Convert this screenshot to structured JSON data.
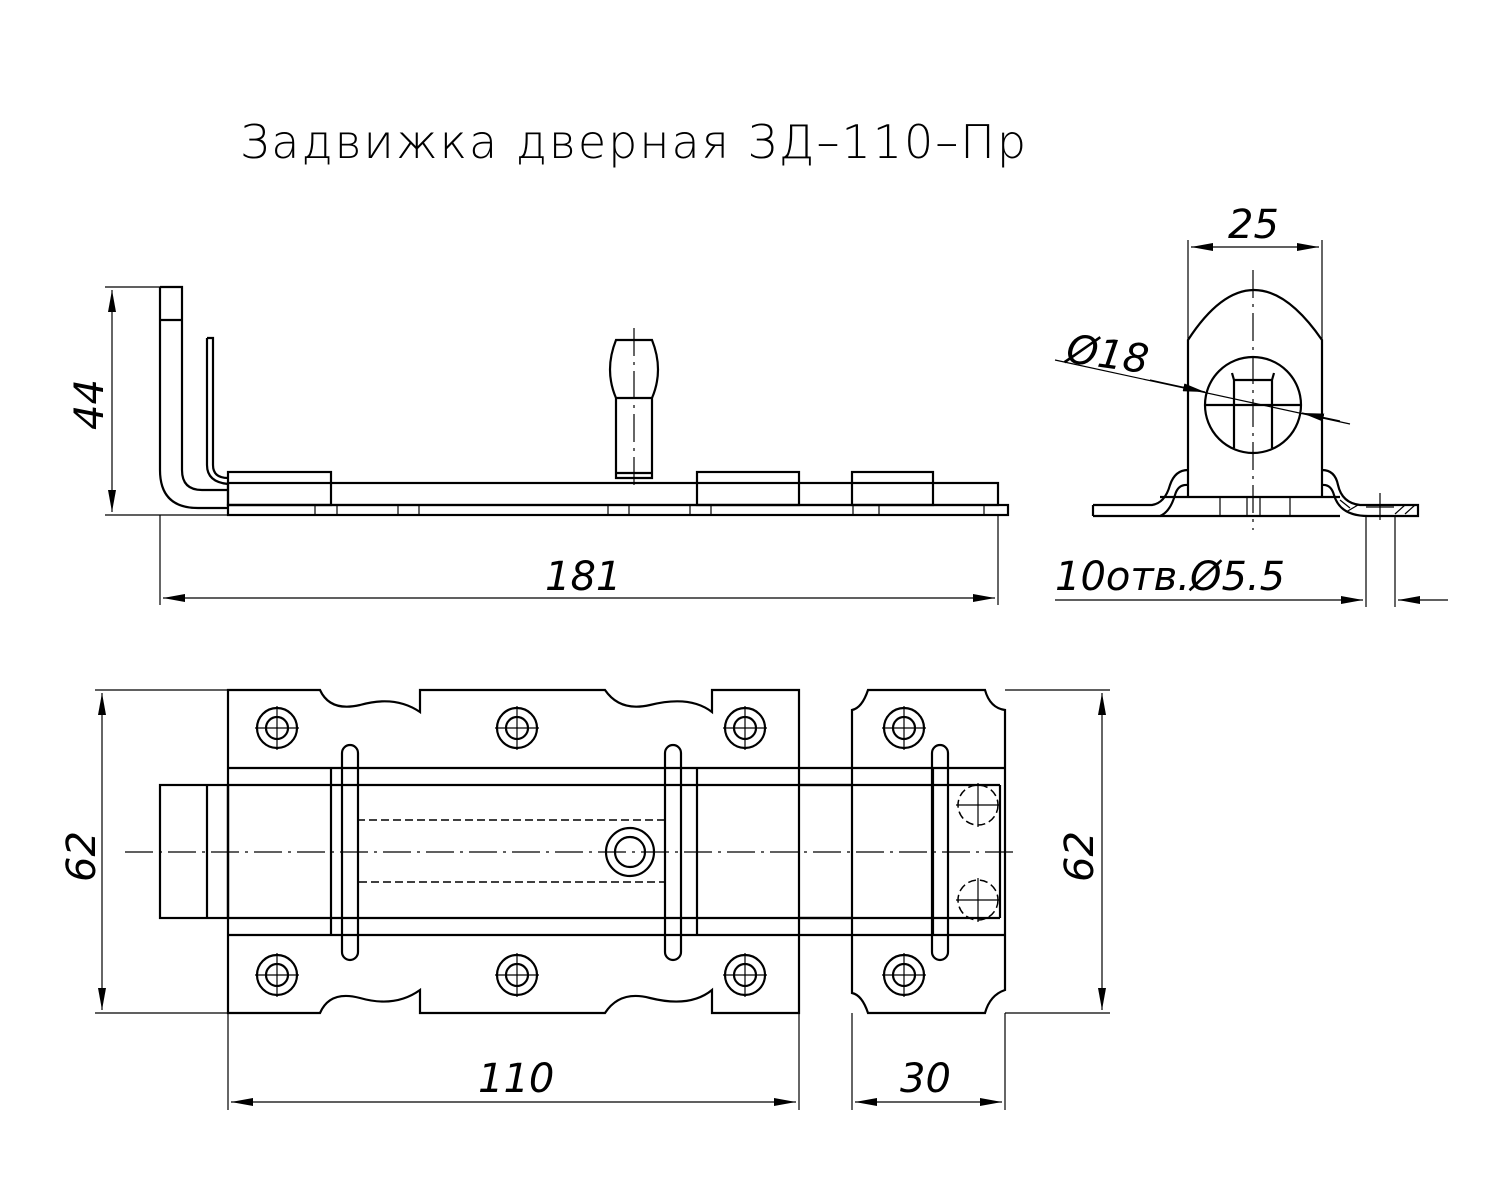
{
  "title": "Задвижка дверная ЗД–110–Пр",
  "dimensions": {
    "height_side": "44",
    "length_total": "181",
    "width_end": "25",
    "bore_diameter": "Ø18",
    "holes": "10отв.Ø5.5",
    "height_plan_left": "62",
    "height_plan_right": "62",
    "length_main": "110",
    "length_keeper": "30"
  }
}
